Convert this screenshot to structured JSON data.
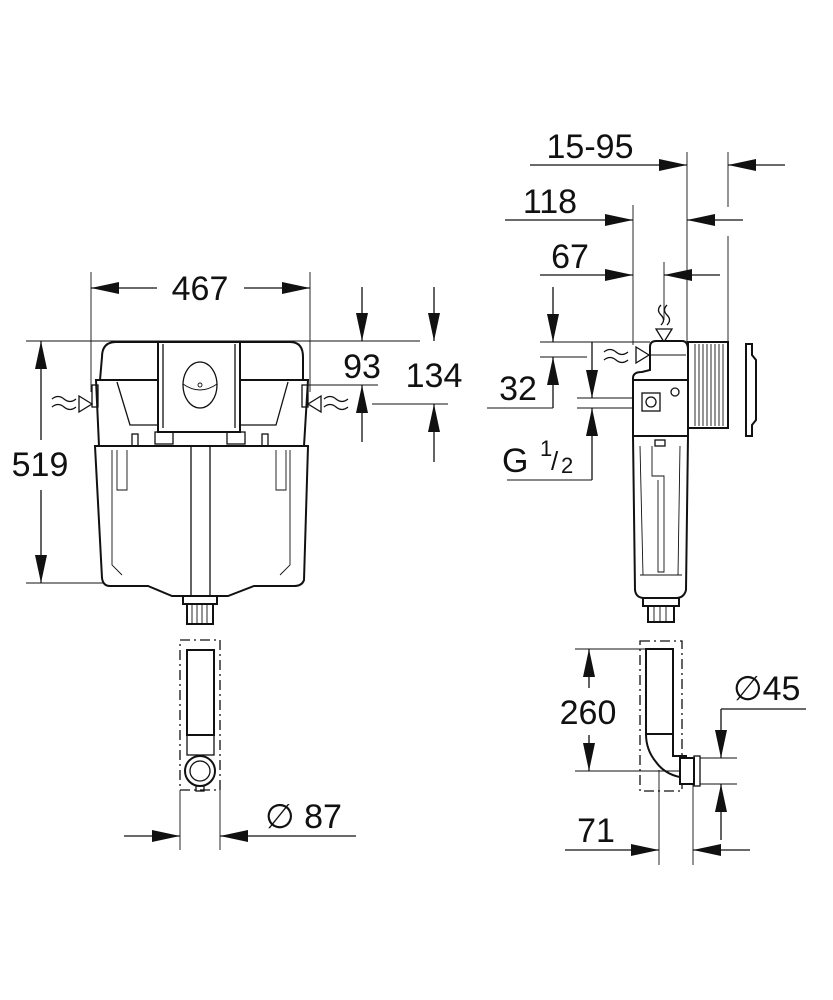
{
  "drawing": {
    "type": "technical-dimension-drawing",
    "views": {
      "front": {
        "width_label": "467",
        "height_label": "519",
        "inlet_offset_label": "93",
        "top_offset_label": "134",
        "pipe_diameter_label": "∅ 87"
      },
      "side": {
        "adjust_range_label": "15-95",
        "depth_label": "118",
        "body_depth_label": "67",
        "inlet_height_label": "32",
        "thread_label_main": "G",
        "thread_label_num": "1",
        "thread_label_slash": "/",
        "thread_label_den": "2",
        "bend_height_label": "260",
        "outlet_diameter_label": "∅45",
        "outlet_offset_label": "71"
      }
    },
    "icons": {
      "water-inlet": "wavy-arrow-triangle"
    }
  }
}
